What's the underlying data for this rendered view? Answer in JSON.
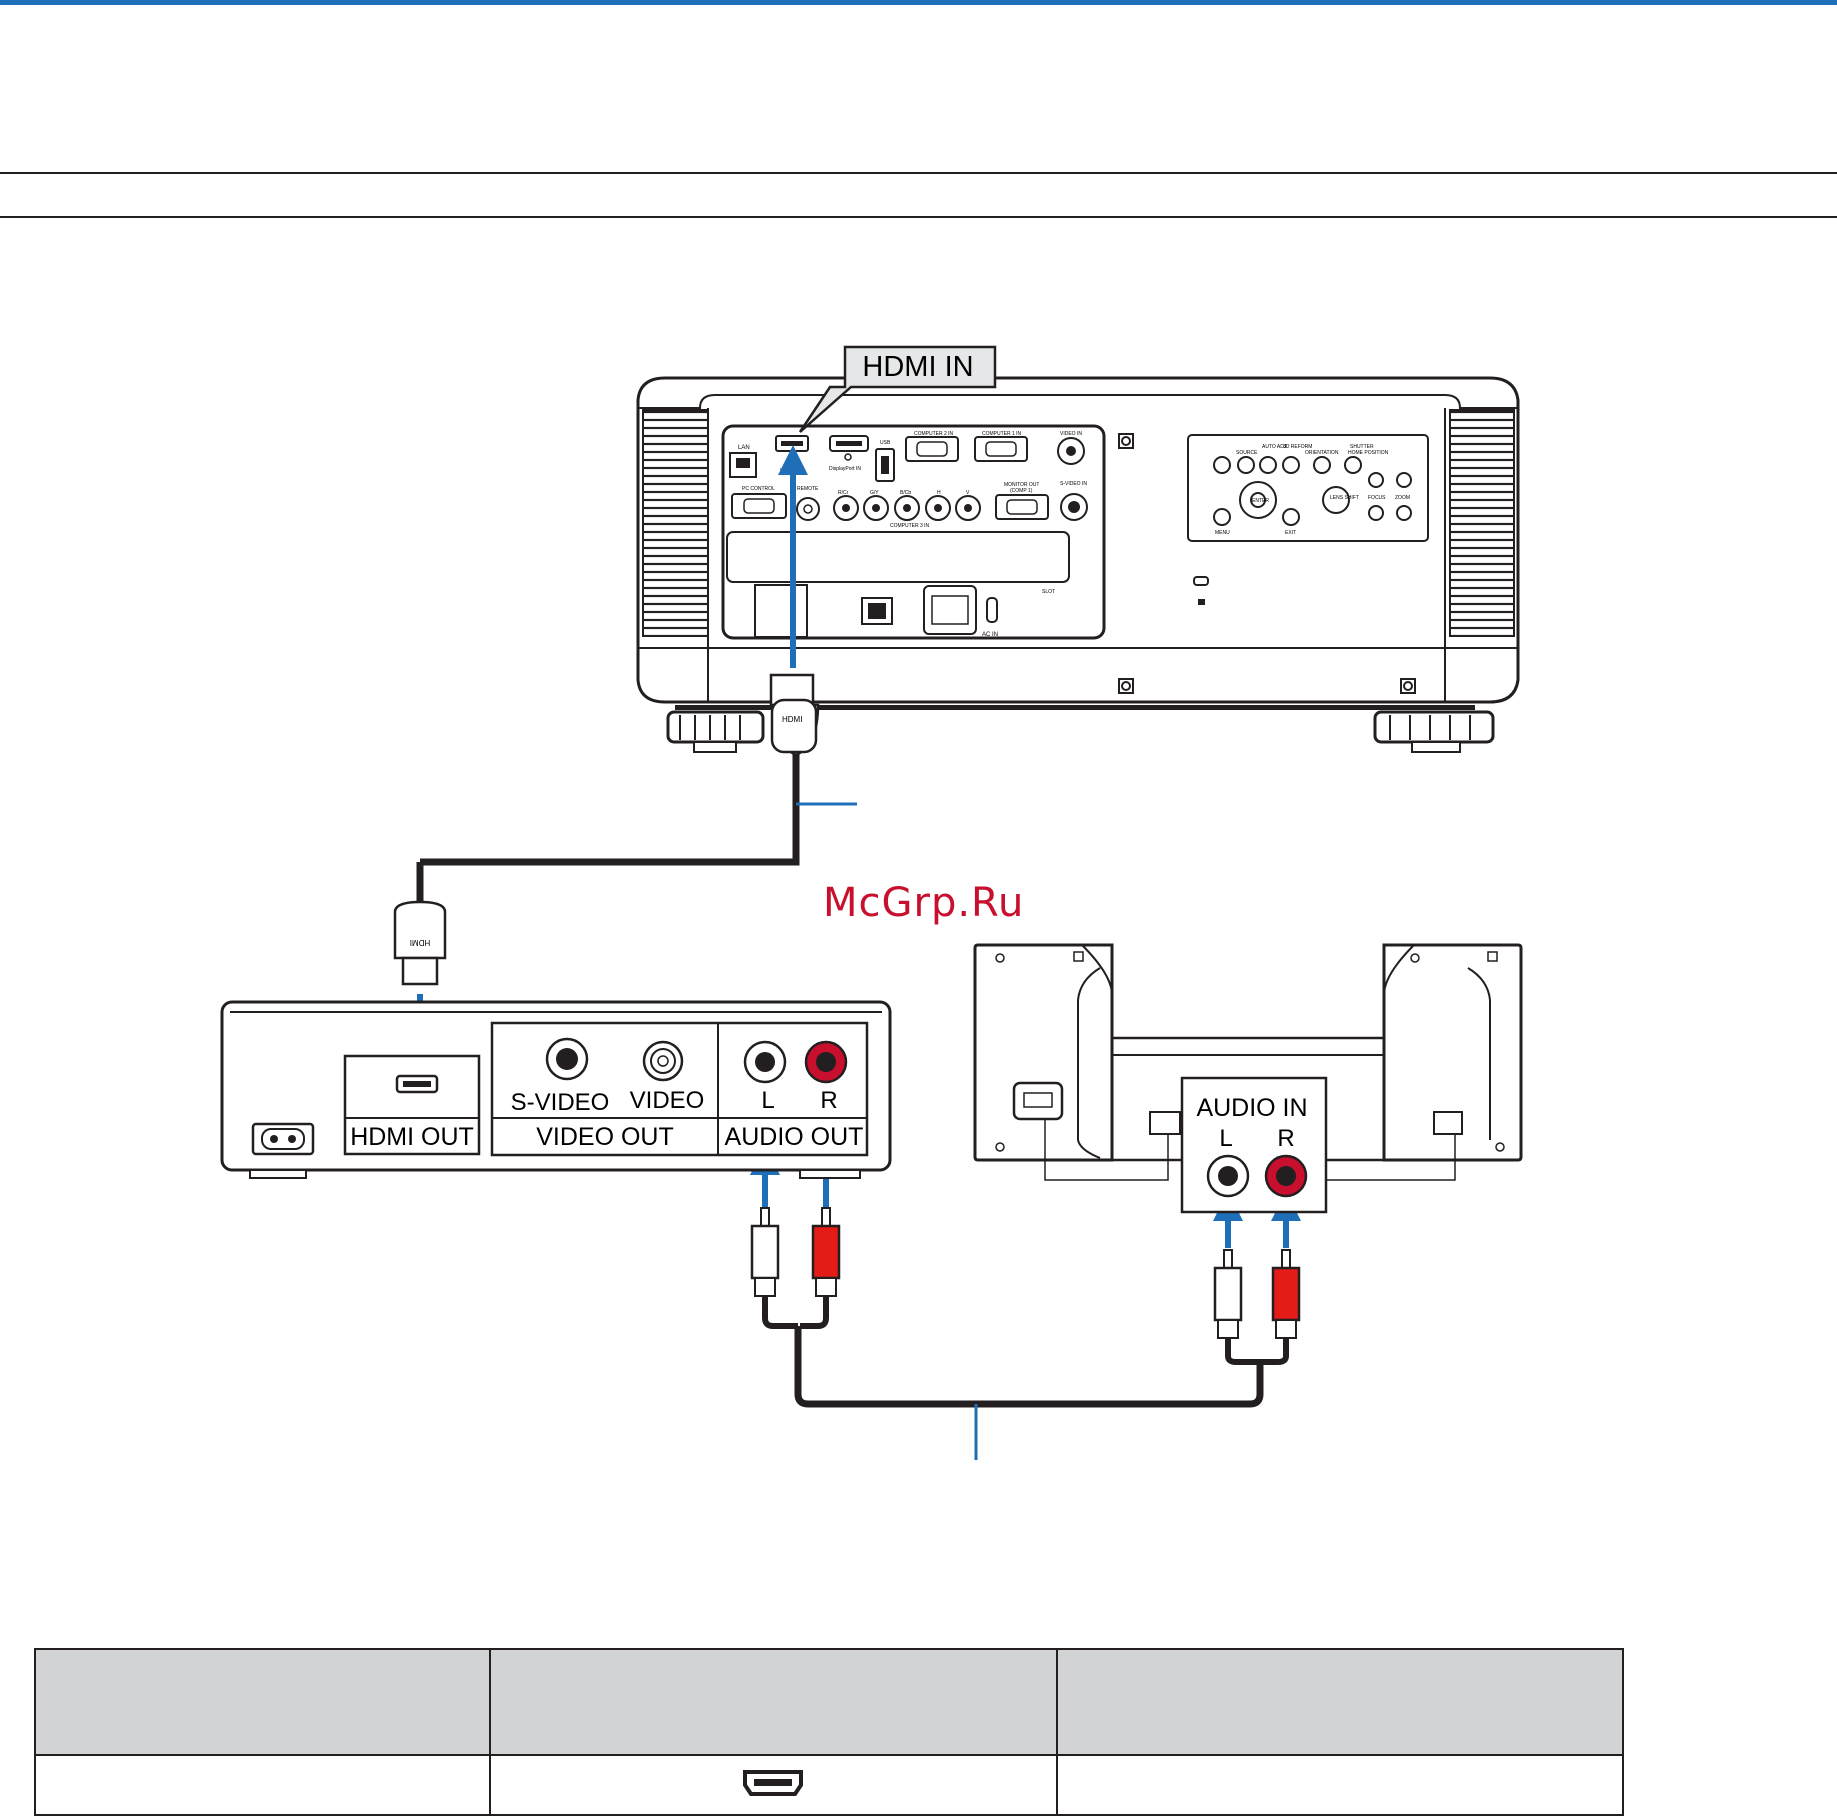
{
  "diagram": {
    "callout": "HDMI IN",
    "projector": {
      "panel_labels": {
        "lan": "LAN",
        "hdmi_in": "HDMI IN",
        "displayport_in": "DisplayPort IN",
        "usb": "USB",
        "computer2_in": "COMPUTER 2 IN",
        "computer1_in": "COMPUTER 1 IN",
        "video_in": "VIDEO IN",
        "pc_control": "PC CONTROL",
        "remote": "REMOTE",
        "rcr_cr": "R/Cr",
        "g_y": "G/Y",
        "b_cb": "B/Cb",
        "h": "H",
        "v": "V",
        "computer3_in": "COMPUTER 3 IN",
        "monitor_out": "MONITOR OUT",
        "comp1": "(COMP 1)",
        "svideo_in": "S-VIDEO IN",
        "slot": "SLOT",
        "ac_in": "AC IN"
      },
      "control_labels": {
        "source": "SOURCE",
        "auto_adj": "AUTO ADJ.",
        "reform_3d": "3D REFORM",
        "orientation": "ORIENTATION",
        "shutter": "SHUTTER",
        "home_position": "HOME POSITION",
        "enter": "ENTER",
        "lens_shift": "LENS SHIFT",
        "focus": "FOCUS",
        "zoom": "ZOOM",
        "menu": "MENU",
        "exit": "EXIT"
      }
    },
    "hdmi_plug_label": "HDMI",
    "player": {
      "hdmi_out": "HDMI OUT",
      "svideo": "S-VIDEO",
      "video": "VIDEO",
      "video_out": "VIDEO OUT",
      "l": "L",
      "r": "R",
      "audio_out": "AUDIO OUT"
    },
    "speakers": {
      "audio_in": "AUDIO IN",
      "l": "L",
      "r": "R"
    },
    "colors": {
      "arrow": "#1f6fb8",
      "red_jack": "#c8102e",
      "cable": "#231f20",
      "table_header": "#d2d3d4"
    }
  },
  "watermark": "McGrp.Ru",
  "table": {
    "header": [
      "",
      "",
      ""
    ],
    "row": [
      "",
      "hdmi-port-icon",
      ""
    ]
  }
}
